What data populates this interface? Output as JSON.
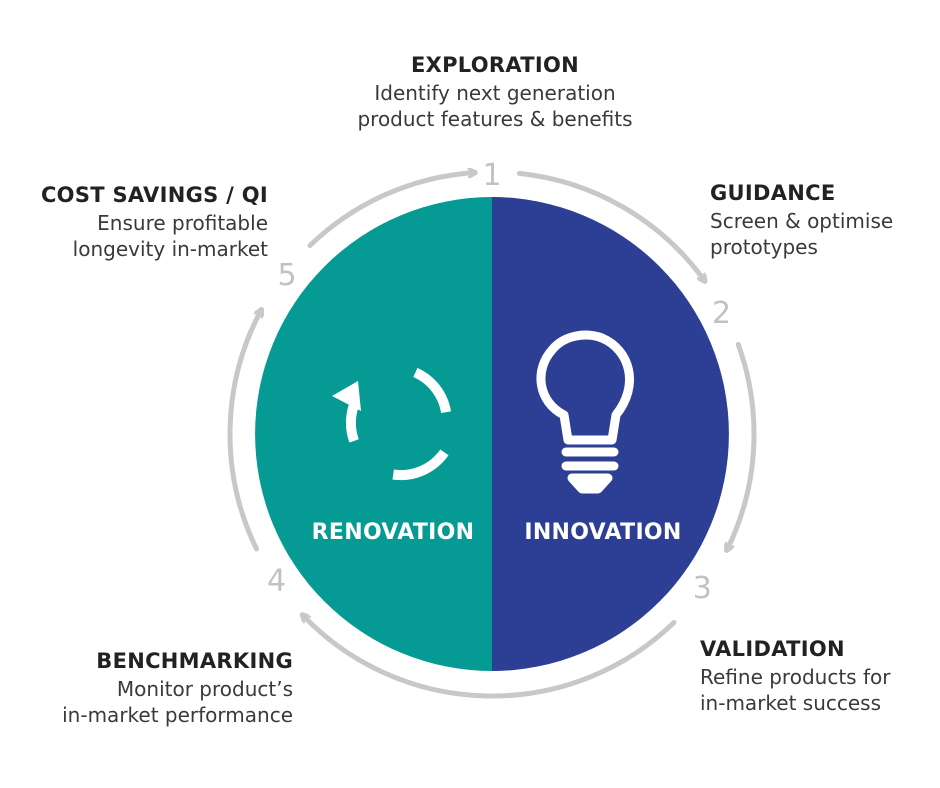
{
  "steps": [
    {
      "number": "1",
      "title": "EXPLORATION",
      "lines": [
        "Identify next generation",
        "product features & benefits"
      ]
    },
    {
      "number": "2",
      "title": "GUIDANCE",
      "lines": [
        "Screen & optimise",
        "prototypes"
      ]
    },
    {
      "number": "3",
      "title": "VALIDATION",
      "lines": [
        "Refine products for",
        "in-market success"
      ]
    },
    {
      "number": "4",
      "title": "BENCHMARKING",
      "lines": [
        "Monitor product’s",
        "in-market performance"
      ]
    },
    {
      "number": "5",
      "title": "COST SAVINGS / QI",
      "lines": [
        "Ensure profitable",
        "longevity in-market"
      ]
    }
  ],
  "halves": {
    "left": {
      "label": "RENOVATION",
      "icon": "refresh-cycle-icon"
    },
    "right": {
      "label": "INNOVATION",
      "icon": "lightbulb-icon"
    }
  },
  "colors": {
    "renovation": "#059b94",
    "innovation": "#2d3f95",
    "ring": "#c8c8c8",
    "number": "#c2c2c2"
  }
}
